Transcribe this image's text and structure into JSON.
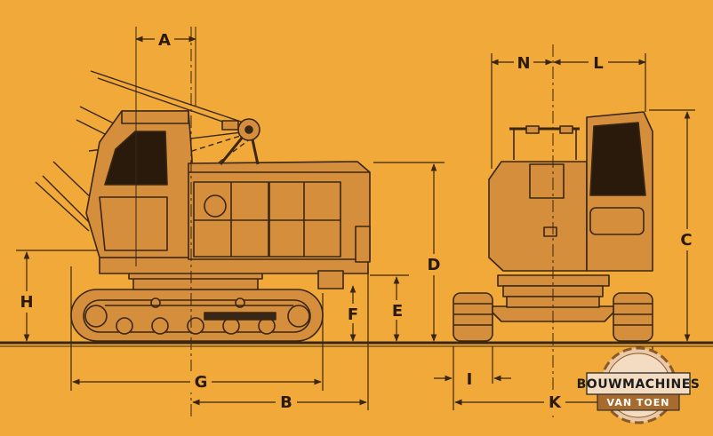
{
  "colors": {
    "background": "#f1a93a",
    "body_fill": "#d58f3c",
    "line": "#3a2614",
    "logo_fill": "#e9c9a8",
    "logo_ribbon": "#a86b2f"
  },
  "labels": {
    "A": "A",
    "B": "B",
    "C": "C",
    "D": "D",
    "E": "E",
    "F": "F",
    "G": "G",
    "H": "H",
    "I": "I",
    "K": "K",
    "L": "L",
    "N": "N"
  },
  "logo": {
    "line1": "BOUWMACHINES",
    "line2": "VAN TOEN"
  }
}
